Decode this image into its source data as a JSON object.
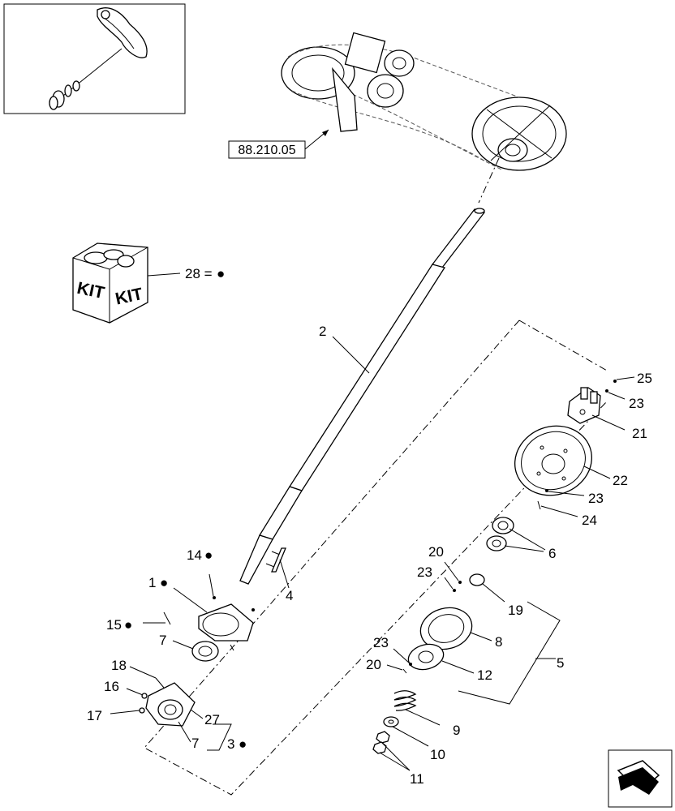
{
  "reference": {
    "label": "88.210.05",
    "icon": "arrow-icon"
  },
  "kit": {
    "word_left": "KIT",
    "word_right": "KIT",
    "callout": "28 =",
    "marker": "●"
  },
  "callouts": {
    "c1": "1",
    "c2": "2",
    "c3": "3",
    "c4": "4",
    "c5": "5",
    "c6": "6",
    "c7a": "7",
    "c7b": "7",
    "c8": "8",
    "c9": "9",
    "c10": "10",
    "c11": "11",
    "c12": "12",
    "c14": "14",
    "c15": "15",
    "c16": "16",
    "c17": "17",
    "c18": "18",
    "c19": "19",
    "c20a": "20",
    "c20b": "20",
    "c21": "21",
    "c22": "22",
    "c23a": "23",
    "c23b": "23",
    "c23c": "23",
    "c23d": "23",
    "c24": "24",
    "c25": "25",
    "c27": "27",
    "c28": "28"
  },
  "markers": {
    "dot": "●"
  },
  "nav_icon": "next-page-arrow-icon",
  "colors": {
    "line": "#000000",
    "background": "#ffffff"
  }
}
